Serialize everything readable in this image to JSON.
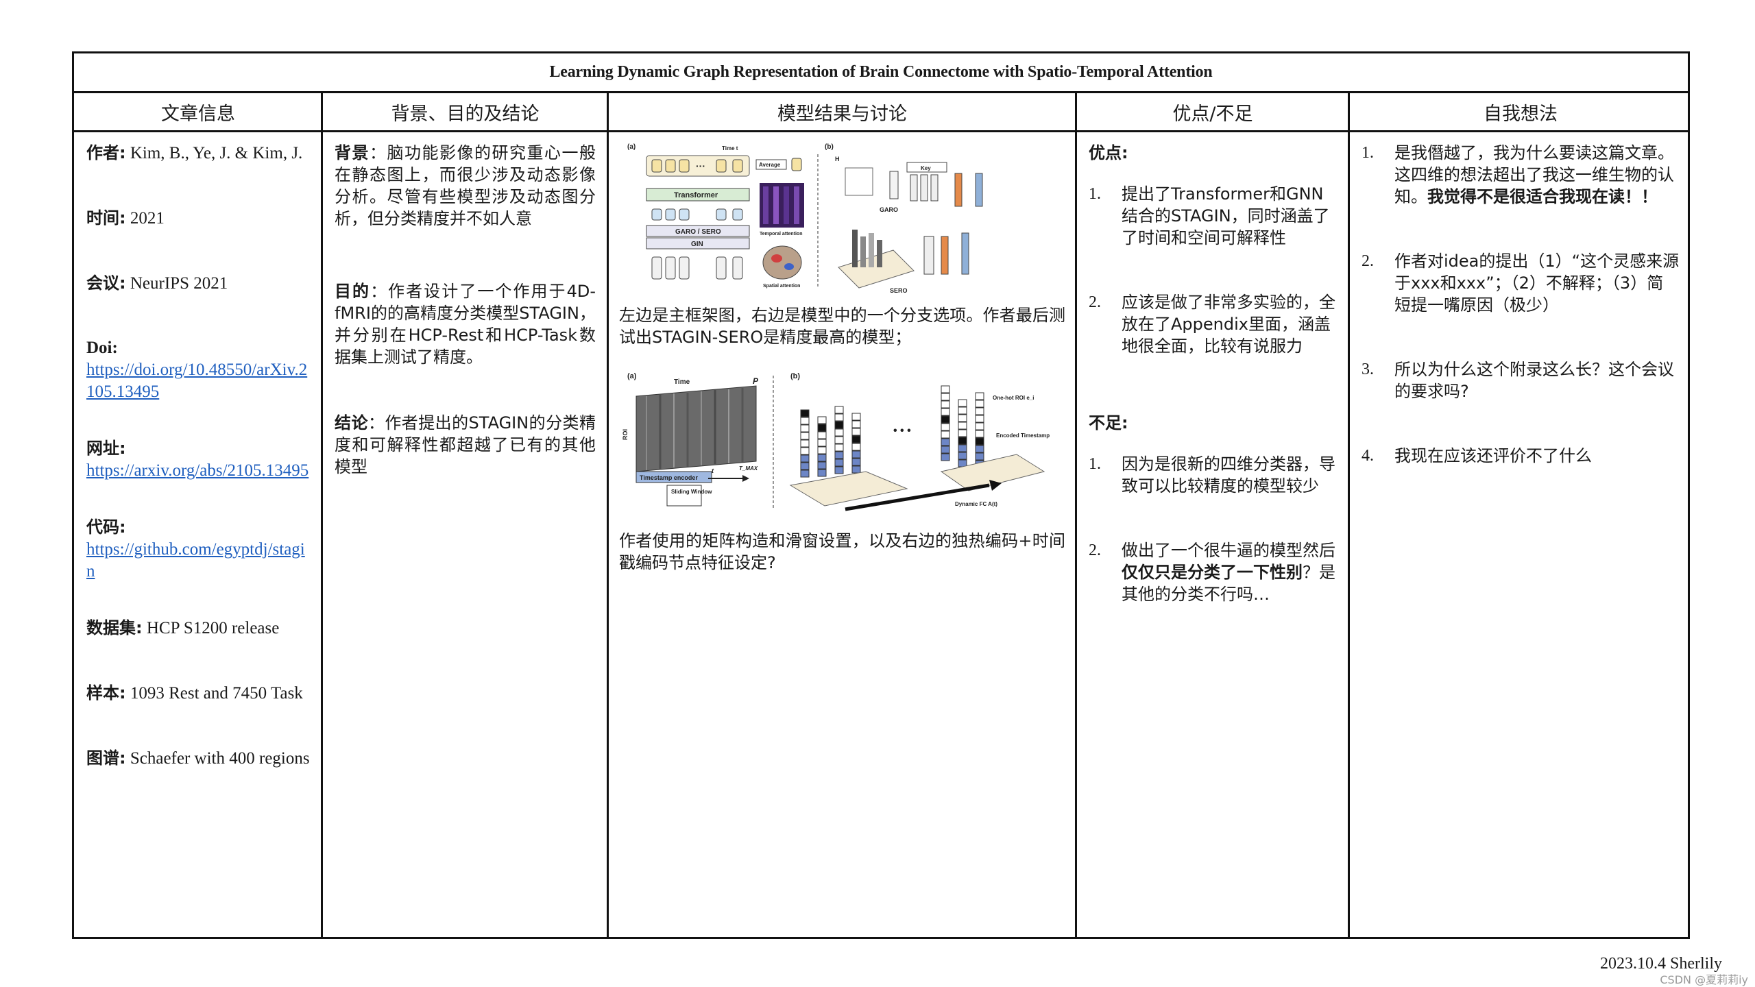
{
  "title": "Learning Dynamic Graph Representation of Brain Connectome with Spatio-Temporal Attention",
  "headers": [
    "文章信息",
    "背景、目的及结论",
    "模型结果与讨论",
    "优点/不足",
    "自我想法"
  ],
  "info": {
    "author_label": "作者:",
    "author": " Kim, B., Ye, J. & Kim, J.",
    "time_label": "时间:",
    "time": " 2021",
    "venue_label": "会议:",
    "venue": " NeurIPS 2021",
    "doi_label": "Doi:",
    "doi": "https://doi.org/10.48550/arXiv.2105.13495",
    "url_label": "网址:",
    "url": "https://arxiv.org/abs/2105.13495",
    "code_label": "代码:",
    "code": "https://github.com/egyptdj/stagin",
    "dataset_label": "数据集:",
    "dataset": " HCP S1200 release",
    "sample_label": "样本:",
    "sample": " 1093 Rest and 7450 Task",
    "atlas_label": "图谱:",
    "atlas": " Schaefer with 400 regions"
  },
  "background": {
    "bg_label": "背景",
    "bg_text": "：脑功能影像的研究重心一般在静态图上，而很少涉及动态影像分析。尽管有些模型涉及动态图分析，但分类精度并不如人意",
    "aim_label": "目的",
    "aim_text": "：作者设计了一个作用于4D-fMRI的的高精度分类模型STAGIN，并分别在HCP-Rest和HCP-Task数据集上测试了精度。",
    "concl_label": "结论",
    "concl_text": "：作者提出的STAGIN的分类精度和可解释性都超越了已有的其他模型"
  },
  "results": {
    "caption1": "左边是主框架图，右边是模型中的一个分支选项。作者最后测试出STAGIN-SERO是精度最高的模型；",
    "caption2": "作者使用的矩阵构造和滑窗设置，以及右边的独热编码+时间戳编码节点特征设定?",
    "fig1": {
      "a": "(a)",
      "b": "(b)",
      "time_t": "Time t",
      "transformer": "Transformer",
      "garo_sero": "GARO / SERO",
      "gin": "GIN",
      "average": "Average",
      "temporal_attention": "Temporal attention",
      "spatial_attention": "Spatial attention",
      "garo": "GARO",
      "sero": "SERO",
      "key": "Key",
      "h": "H"
    },
    "fig2": {
      "a": "(a)",
      "b": "(b)",
      "time": "Time",
      "p": "P",
      "roi": "ROI",
      "t": "t",
      "tmax": "T_MAX",
      "timestamp_encoder": "Timestamp encoder",
      "sliding_window": "Sliding Window",
      "onehot": "One-hot ROI e_i",
      "encoded_timestamp": "Encoded Timestamp φ(t)",
      "dynamic_fc": "Dynamic FC A(t)",
      "dots": "• • •"
    }
  },
  "pros_cons": {
    "pros_label": "优点:",
    "pros": [
      {
        "num": "1.",
        "text": "提出了Transformer和GNN结合的STAGIN，同时涵盖了了时间和空间可解释性"
      },
      {
        "num": "2.",
        "text": "应该是做了非常多实验的，全放在了Appendix里面，涵盖地很全面，比较有说服力"
      }
    ],
    "cons_label": "不足:",
    "cons": [
      {
        "num": "1.",
        "text": "因为是很新的四维分类器，导致可以比较精度的模型较少"
      },
      {
        "num": "2.",
        "pre": "做出了一个很牛逼的模型然后",
        "bold": "仅仅只是分类了一下性别",
        "post": "？是其他的分类不行吗…"
      }
    ]
  },
  "thoughts": [
    {
      "num": "1.",
      "text": "是我僭越了，我为什么要读这篇文章。这四维的想法超出了我这一维生物的认知。",
      "bold": "我觉得不是很适合我现在读！！"
    },
    {
      "num": "2.",
      "text": "作者对idea的提出（1）“这个灵感来源于xxx和xxx”；（2）不解释；（3）简短提一嘴原因（极少）"
    },
    {
      "num": "3.",
      "text": "所以为什么这个附录这么长？这个会议的要求吗?"
    },
    {
      "num": "4.",
      "text": "我现在应该还评价不了什么"
    }
  ],
  "footer": "2023.10.4   Sherlily",
  "watermark": "CSDN @夏莉莉iy"
}
